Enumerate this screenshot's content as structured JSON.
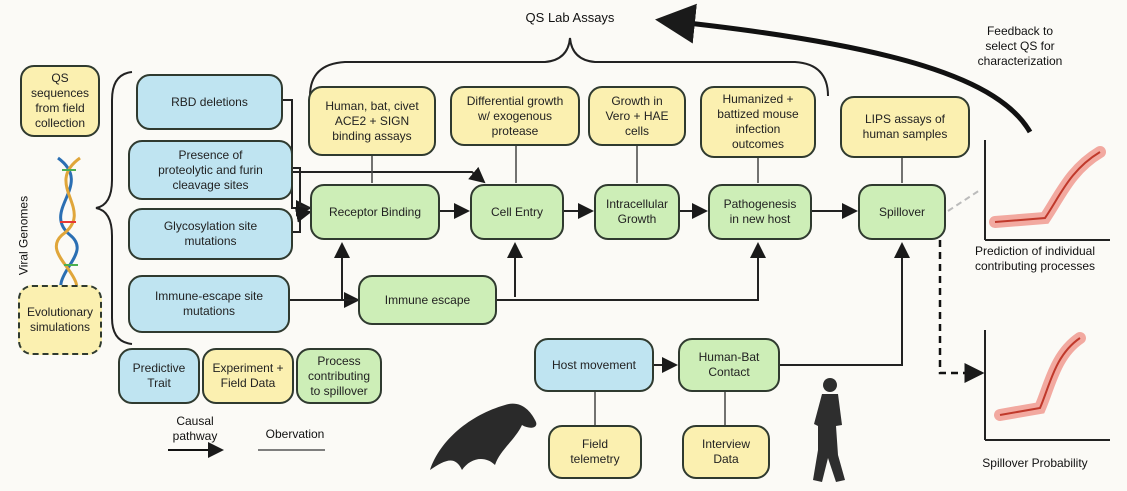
{
  "top_label": "QS Lab Assays",
  "feedback_label": "Feedback to\nselect QS for\ncharacterization",
  "left": {
    "qs_sequences": "QS\nsequences\nfrom field\ncollection",
    "viral_genomes": "Viral Genomes",
    "evolutionary": "Evolutionary\nsimulations"
  },
  "traits": {
    "rbd": "RBD deletions",
    "cleavage": "Presence of\nproteolytic and furin\ncleavage sites",
    "glyco": "Glycosylation site\nmutations",
    "immune_escape_site": "Immune-escape site\nmutations"
  },
  "assays": {
    "ace2": "Human, bat, civet\nACE2 + SIGN\nbinding assays",
    "diff_growth": "Differential growth\nw/ exogenous\nprotease",
    "vero": "Growth in\nVero + HAE\ncells",
    "mouse": "Humanized +\nbattized mouse\ninfection\noutcomes",
    "lips": "LIPS assays of\nhuman samples"
  },
  "processes": {
    "receptor": "Receptor Binding",
    "cell_entry": "Cell Entry",
    "intracellular": "Intracellular\nGrowth",
    "pathogenesis": "Pathogenesis\nin new host",
    "spillover": "Spillover",
    "immune_escape": "Immune escape"
  },
  "lower": {
    "host_movement": "Host  movement",
    "human_bat": "Human-Bat\nContact",
    "field_telemetry": "Field\ntelemetry",
    "interview": "Interview\nData"
  },
  "legend": {
    "predictive": "Predictive\nTrait",
    "experiment": "Experiment +\nField Data",
    "process": "Process\ncontributing\nto spillover",
    "causal": "Causal\npathway",
    "observation": "Obervation"
  },
  "right": {
    "prediction": "Prediction of  individual\ncontributing processes",
    "spillover_prob": "Spillover Probability"
  },
  "colors": {
    "predictive_trait": "#bfe4f1",
    "experiment": "#fbf0b0",
    "process": "#cdeeb7",
    "curve": "#c0392b",
    "curve_band": "#f2a9a0"
  }
}
